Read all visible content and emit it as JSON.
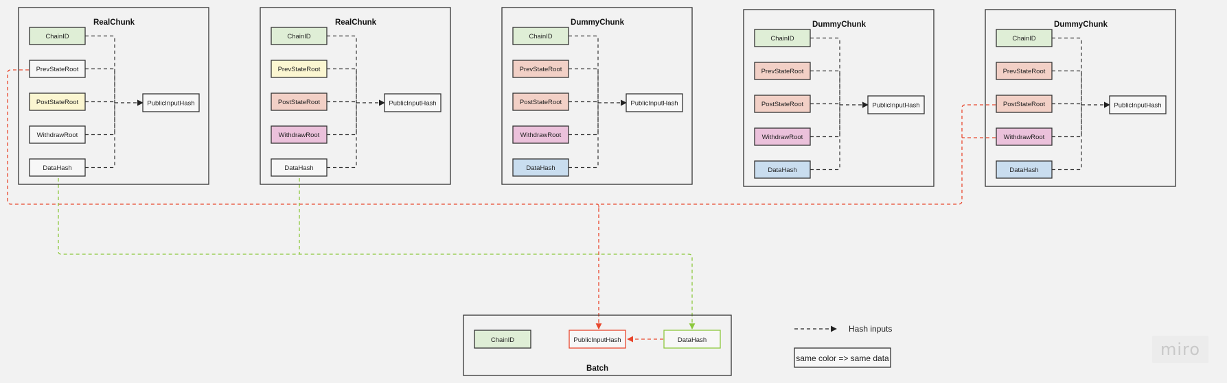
{
  "chunks": [
    {
      "title": "RealChunk",
      "fields": [
        "ChainID",
        "PrevStateRoot",
        "PostStateRoot",
        "WithdrawRoot",
        "DataHash"
      ],
      "output": "PublicInputHash",
      "colors": [
        "#dfeed6",
        "#f7f7f7",
        "#fbf6d1",
        "#f7f7f7",
        "#f7f7f7"
      ]
    },
    {
      "title": "RealChunk",
      "fields": [
        "ChainID",
        "PrevStateRoot",
        "PostStateRoot",
        "WithdrawRoot",
        "DataHash"
      ],
      "output": "PublicInputHash",
      "colors": [
        "#dfeed6",
        "#fbf6d1",
        "#f2d0c6",
        "#ebc1db",
        "#f7f7f7"
      ]
    },
    {
      "title": "DummyChunk",
      "fields": [
        "ChainID",
        "PrevStateRoot",
        "PostStateRoot",
        "WithdrawRoot",
        "DataHash"
      ],
      "output": "PublicInputHash",
      "colors": [
        "#dfeed6",
        "#f2d0c6",
        "#f2d0c6",
        "#ebc1db",
        "#c9ddef"
      ]
    },
    {
      "title": "DummyChunk",
      "fields": [
        "ChainID",
        "PrevStateRoot",
        "PostStateRoot",
        "WithdrawRoot",
        "DataHash"
      ],
      "output": "PublicInputHash",
      "colors": [
        "#dfeed6",
        "#f2d0c6",
        "#f2d0c6",
        "#ebc1db",
        "#c9ddef"
      ]
    },
    {
      "title": "DummyChunk",
      "fields": [
        "ChainID",
        "PrevStateRoot",
        "PostStateRoot",
        "WithdrawRoot",
        "DataHash"
      ],
      "output": "PublicInputHash",
      "colors": [
        "#dfeed6",
        "#f2d0c6",
        "#f2d0c6",
        "#ebc1db",
        "#c9ddef"
      ]
    }
  ],
  "batch": {
    "title": "Batch",
    "chain_id": "ChainID",
    "public_input_hash": "PublicInputHash",
    "data_hash": "DataHash"
  },
  "legend": {
    "hash_inputs": "Hash inputs",
    "same_color": "same color => same data"
  },
  "watermark": "miro",
  "colors": {
    "background": "#f2f2f2",
    "box_border": "#333333",
    "red_link": "#e8472d",
    "green_link": "#8cc83c",
    "chain_green": "#dfeed6",
    "prev_yellow": "#fbf6d1",
    "state_salmon": "#f2d0c6",
    "withdraw_pink": "#ebc1db",
    "data_blue": "#c9ddef"
  }
}
